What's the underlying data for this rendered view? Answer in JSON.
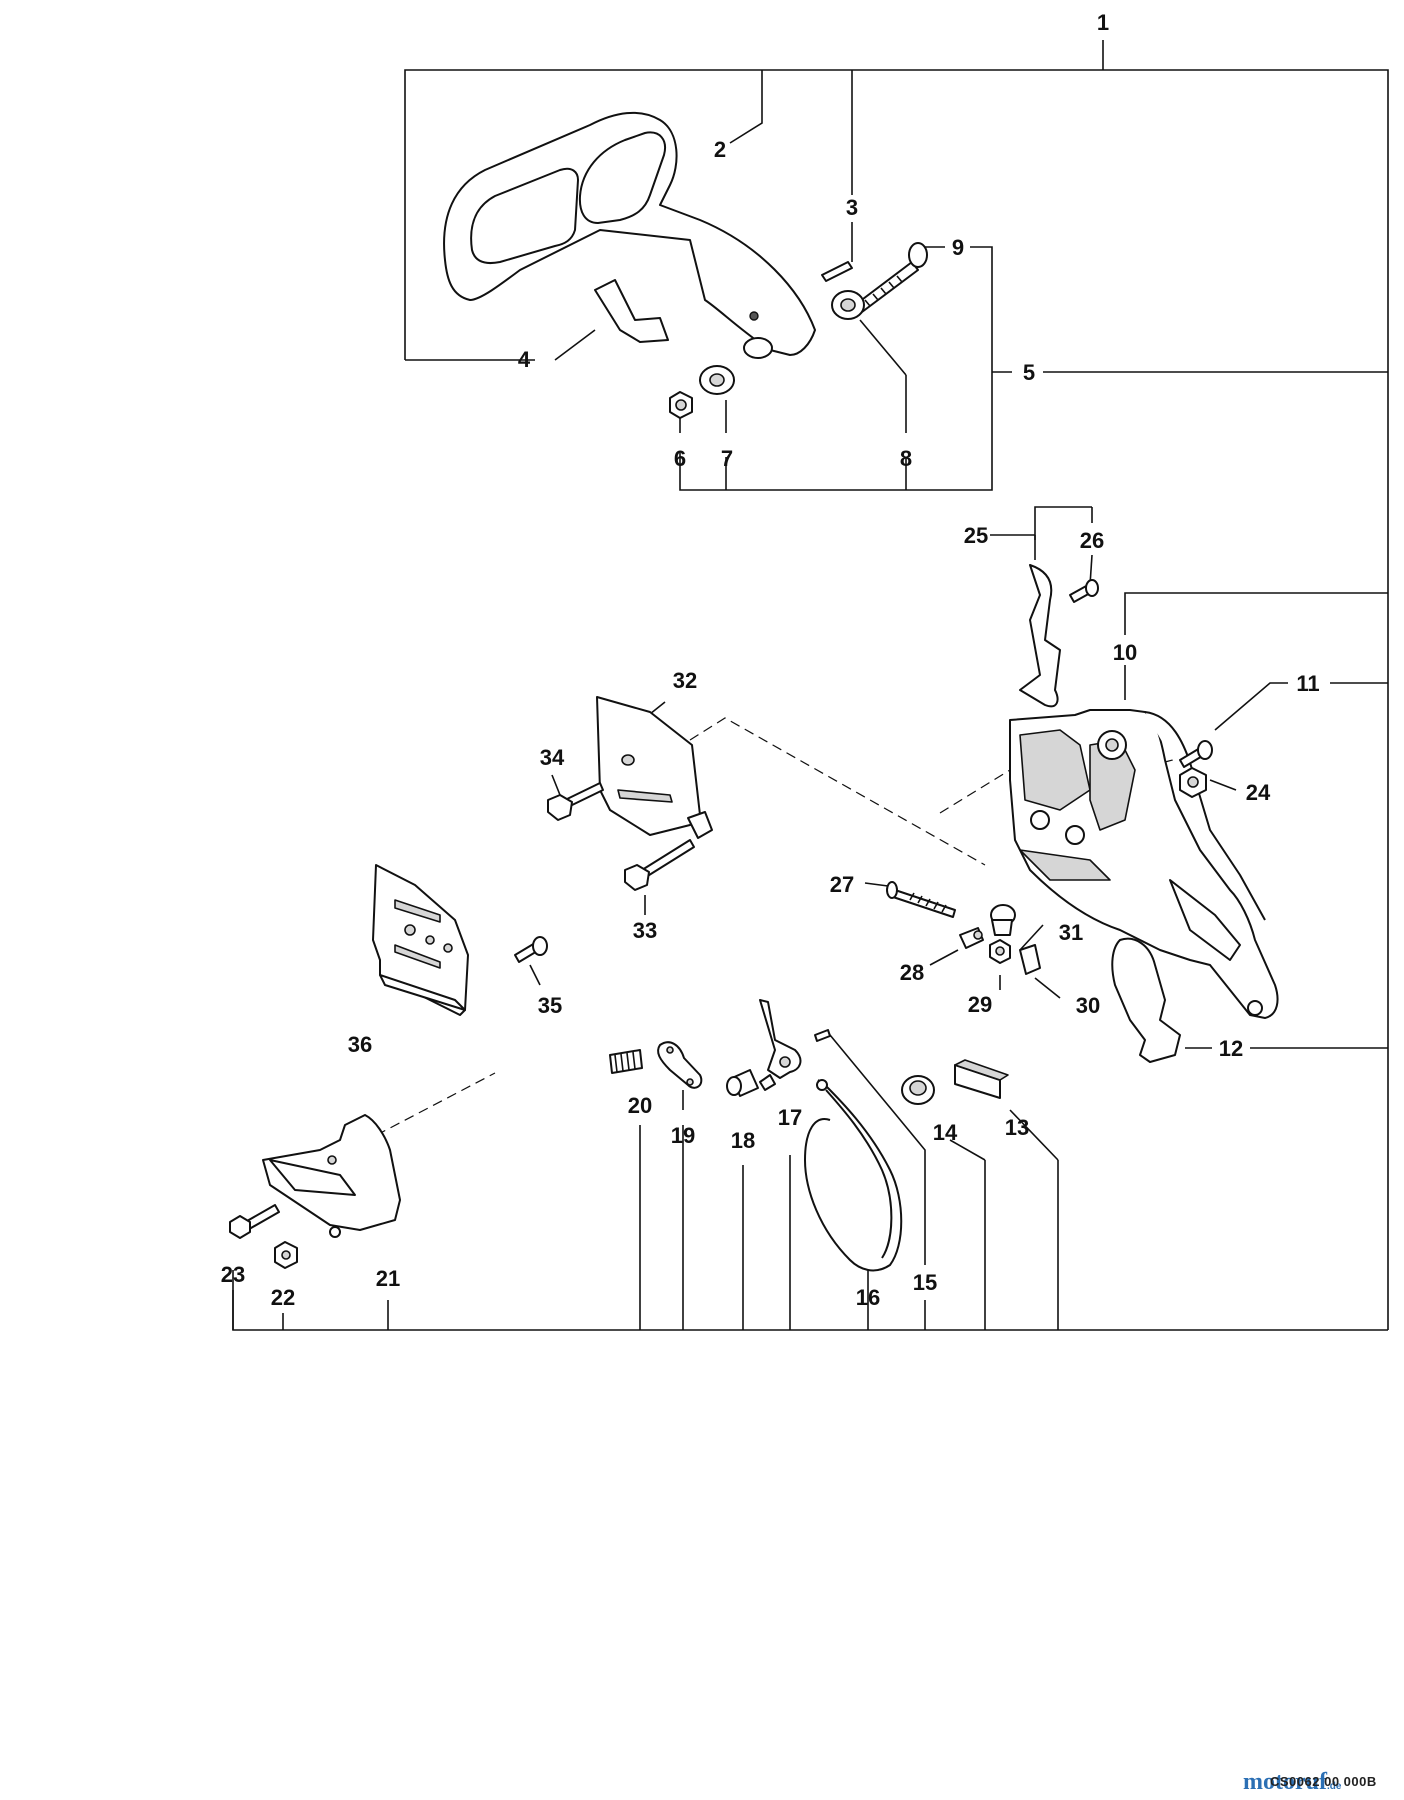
{
  "diagram": {
    "callouts": [
      "1",
      "2",
      "3",
      "4",
      "5",
      "6",
      "7",
      "8",
      "9",
      "10",
      "11",
      "12",
      "13",
      "14",
      "15",
      "16",
      "17",
      "18",
      "19",
      "20",
      "21",
      "22",
      "23",
      "24",
      "25",
      "26",
      "27",
      "28",
      "29",
      "30",
      "31",
      "32",
      "33",
      "34",
      "35",
      "36"
    ],
    "drawing_code": "CS0062 00 000B",
    "watermark": {
      "brand": "motoruf",
      "suffix": ".de"
    }
  }
}
